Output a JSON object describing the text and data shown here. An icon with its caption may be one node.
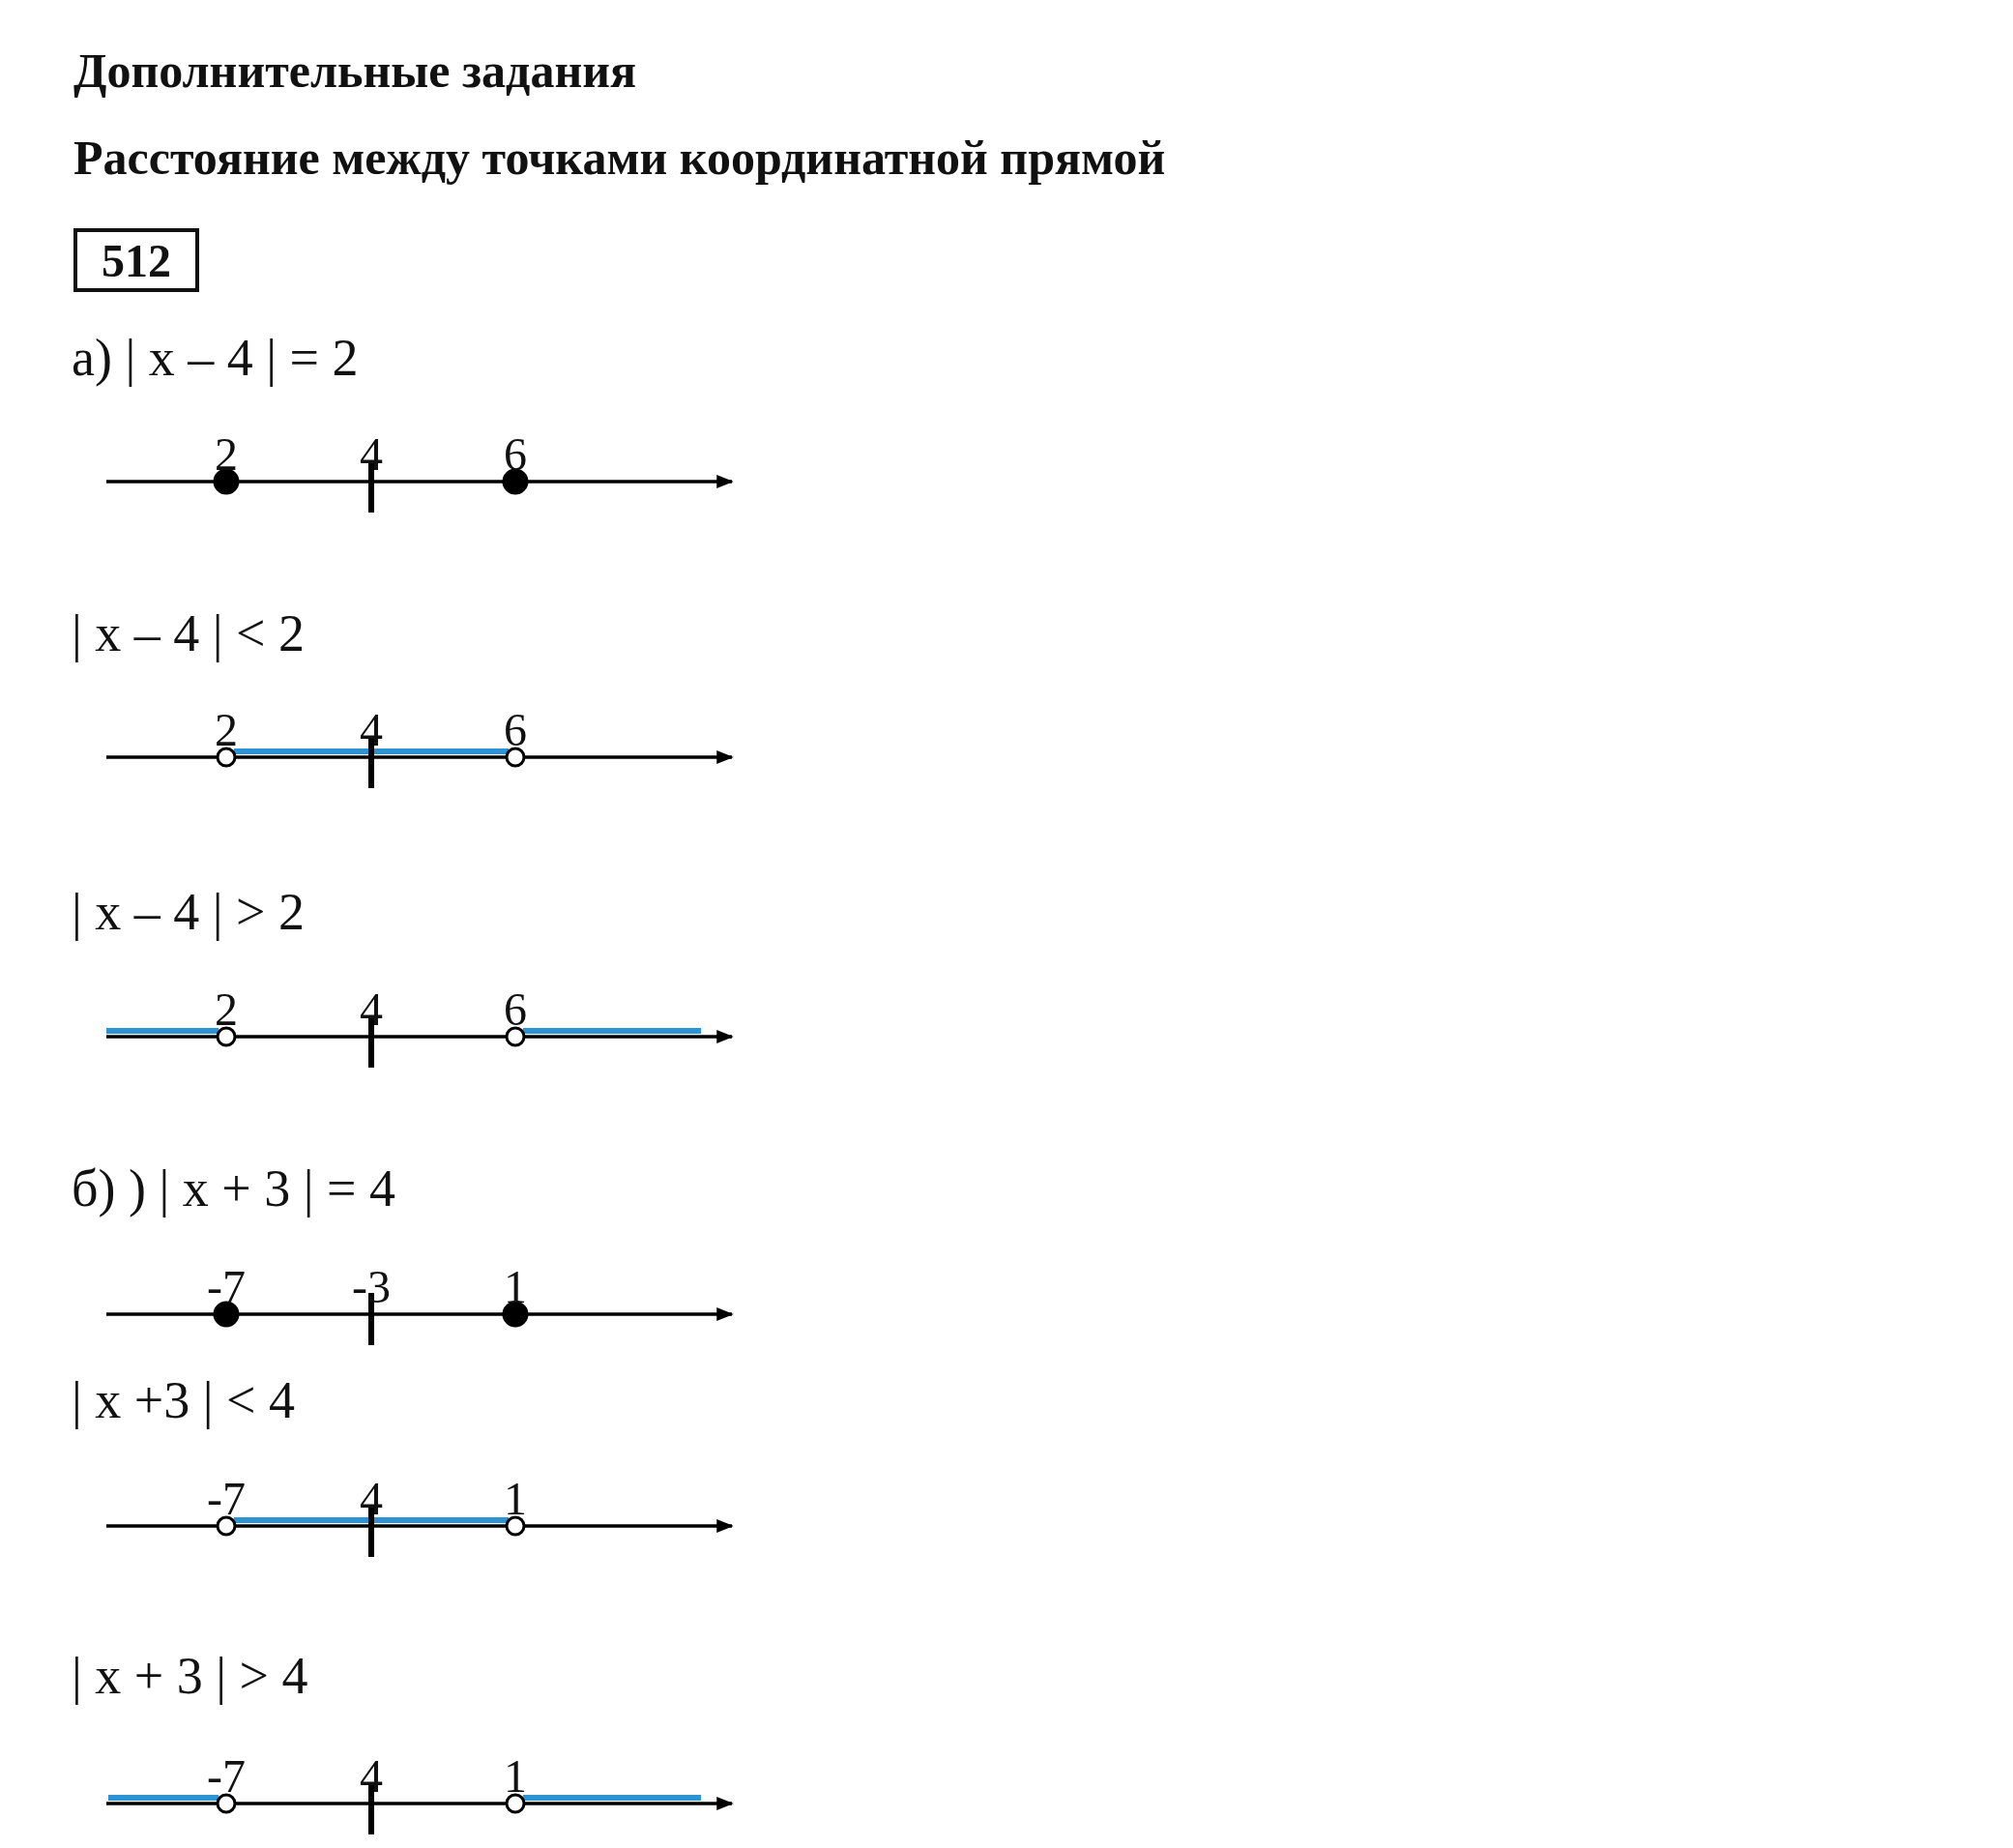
{
  "diagram": {
    "title": "Дополнительные задания",
    "nodes": [
      {
        "text": [
          "512"
        ]
      }
    ],
    "labels": [
      "Расстояние между точками координатной прямой",
      "а) | x – 4 | = 2",
      "2",
      "4",
      "6",
      "| x – 4 | < 2",
      "2",
      "4",
      "6",
      "| x – 4 | > 2",
      "2",
      "4",
      "6",
      "б) ) | x + 3 | = 4",
      "-7",
      "-3",
      "1",
      "| x +3 | < 4",
      "-7",
      "4",
      "1",
      "| x + 3 | > 4",
      "-7",
      "4",
      "1"
    ]
  }
}
